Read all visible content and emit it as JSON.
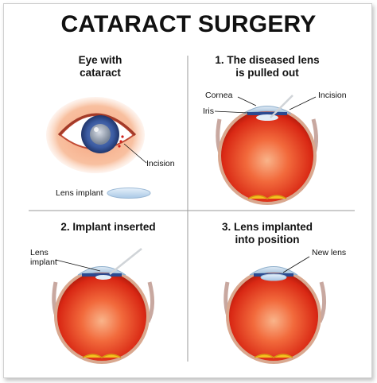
{
  "title": "CATARACT SURGERY",
  "panels": [
    {
      "heading_line1": "Eye with",
      "heading_line2": "cataract",
      "labels": {
        "incision": "Incision",
        "lens_implant": "Lens implant"
      }
    },
    {
      "heading_line1": "1. The diseased lens",
      "heading_line2": "is pulled out",
      "labels": {
        "cornea": "Cornea",
        "iris": "Iris",
        "incision": "Incision"
      }
    },
    {
      "heading_line1": "2. Implant inserted",
      "heading_line2": "",
      "labels": {
        "lens_line1": "Lens",
        "lens_line2": "implant"
      }
    },
    {
      "heading_line1": "3. Lens implanted",
      "heading_line2": "into position",
      "labels": {
        "new_lens": "New lens"
      }
    }
  ],
  "colors": {
    "eyeball": "#e8321c",
    "eyeball_light": "#f47a4c",
    "cornea": "#bcd6ea",
    "iris": "#3a5aa0",
    "divider": "#999999"
  }
}
